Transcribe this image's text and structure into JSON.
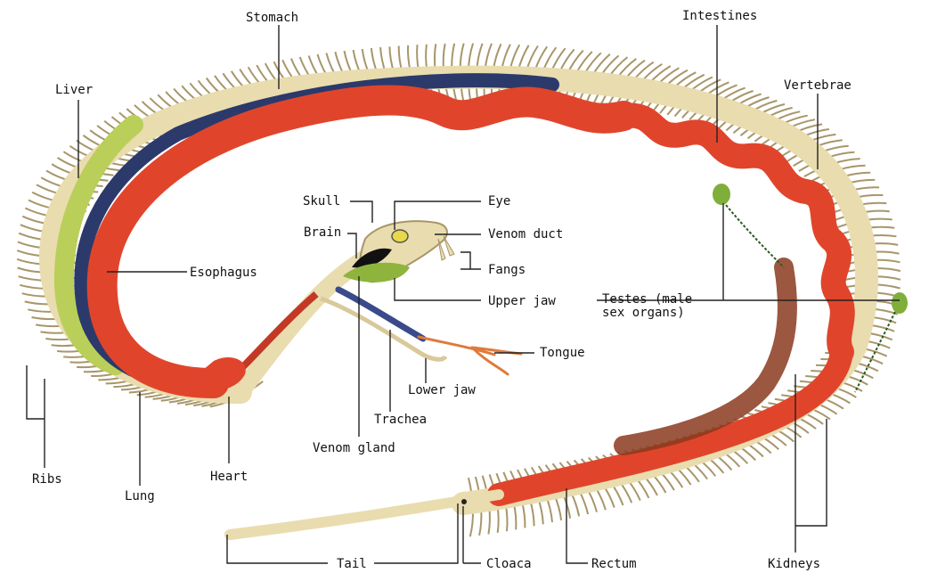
{
  "labels": {
    "stomach": "Stomach",
    "intestines": "Intestines",
    "liver": "Liver",
    "vertebrae": "Vertebrae",
    "skull": "Skull",
    "eye": "Eye",
    "brain": "Brain",
    "venom_duct": "Venom duct",
    "esophagus": "Esophagus",
    "fangs": "Fangs",
    "upper_jaw": "Upper jaw",
    "testes_line1": "Testes (male",
    "testes_line2": "sex organs)",
    "tongue": "Tongue",
    "lower_jaw": "Lower jaw",
    "trachea": "Trachea",
    "venom_gland": "Venom gland",
    "ribs": "Ribs",
    "heart": "Heart",
    "lung": "Lung",
    "tail": "Tail",
    "cloaca": "Cloaca",
    "rectum": "Rectum",
    "kidneys": "Kidneys"
  },
  "colors": {
    "bone": "#e9dcae",
    "bone_edge": "#a8966a",
    "organ_red": "#e0452c",
    "lung_blue": "#2b3a6b",
    "liver_green": "#b9cf5a",
    "kidney_brown": "#8a3a1e",
    "leader_line": "#222222"
  }
}
